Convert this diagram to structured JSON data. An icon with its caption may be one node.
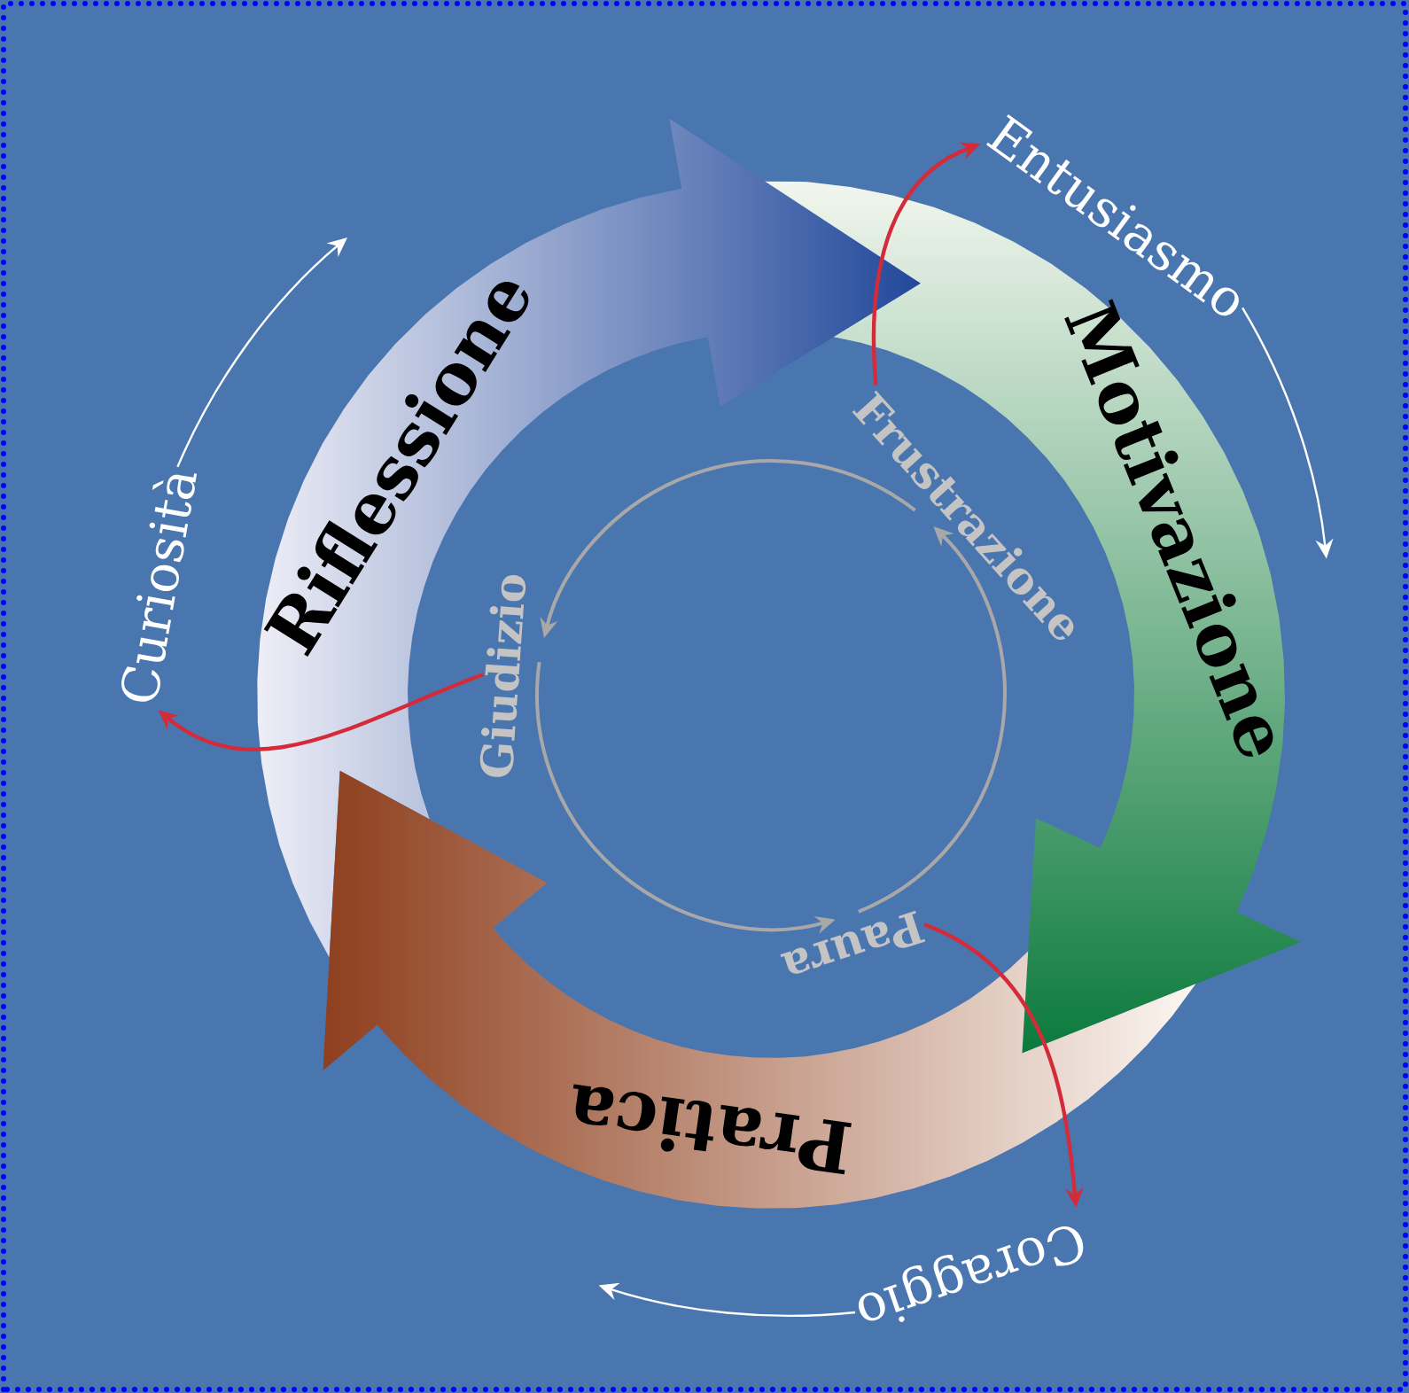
{
  "diagram": {
    "nodes": [
      {
        "text": [
          "Riflessione"
        ]
      },
      {
        "text": [
          "Motivazione"
        ]
      },
      {
        "text": [
          "Pratica"
        ]
      },
      {
        "text": [
          "Entusiasmo"
        ]
      },
      {
        "text": [
          "Coraggio"
        ]
      },
      {
        "text": [
          "Curiosità"
        ]
      },
      {
        "text": [
          "Frustrazione"
        ]
      },
      {
        "text": [
          "Paura"
        ]
      },
      {
        "text": [
          "Giudizio"
        ]
      }
    ],
    "edges": [
      {
        "from": 6,
        "to": 3,
        "arrow": "to",
        "color": "#d42a3a"
      },
      {
        "from": 7,
        "to": 4,
        "arrow": "to",
        "color": "#d42a3a"
      },
      {
        "from": 8,
        "to": 5,
        "arrow": "to",
        "color": "#d42a3a"
      },
      {
        "from": 3,
        "to": null,
        "arrow": "to",
        "color": "#ffffff"
      },
      {
        "from": 4,
        "to": null,
        "arrow": "to",
        "color": "#ffffff"
      },
      {
        "from": 5,
        "to": 0,
        "arrow": "to",
        "color": "#ffffff"
      },
      {
        "from": 8,
        "to": 7,
        "arrow": "to",
        "color": "#a8a8a8"
      },
      {
        "from": 7,
        "to": 6,
        "arrow": "to",
        "color": "#a8a8a8"
      },
      {
        "from": 6,
        "to": 8,
        "arrow": "to",
        "color": "#a8a8a8"
      }
    ]
  }
}
